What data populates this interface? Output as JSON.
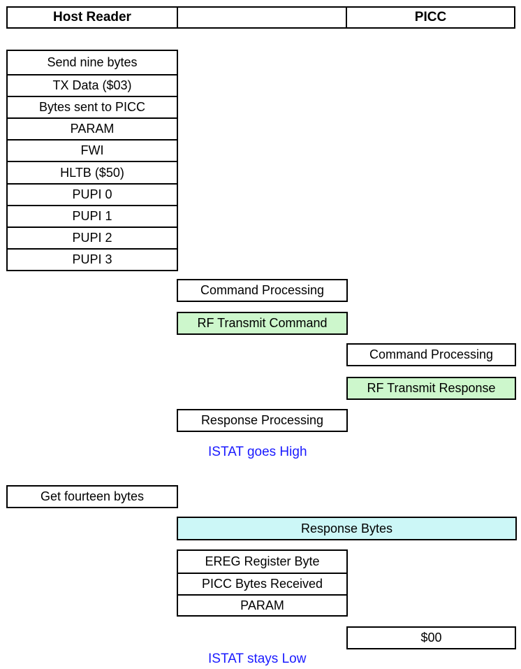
{
  "header": {
    "host_reader": "Host Reader",
    "middle": "",
    "picc": "PICC"
  },
  "send_stack": [
    "Send nine bytes",
    "TX Data ($03)",
    "Bytes sent to PICC",
    "PARAM",
    "FWI",
    "HLTB ($50)",
    "PUPI 0",
    "PUPI 1",
    "PUPI 2",
    "PUPI 3"
  ],
  "steps": {
    "command_processing_reader": "Command Processing",
    "rf_transmit_command": "RF Transmit Command",
    "command_processing_picc": "Command Processing",
    "rf_transmit_response": "RF Transmit Response",
    "response_processing": "Response Processing"
  },
  "notes": {
    "istat_high": "ISTAT goes High",
    "istat_low": "ISTAT stays Low"
  },
  "get_bytes": "Get fourteen bytes",
  "response_bytes": "Response Bytes",
  "response_stack": [
    "EREG Register Byte",
    "PICC Bytes Received",
    "PARAM"
  ],
  "final_value": "$00",
  "colors": {
    "transmit_green": "#cdf7cc",
    "response_cyan": "#ccf7f7",
    "note_blue": "#1a1aff"
  }
}
